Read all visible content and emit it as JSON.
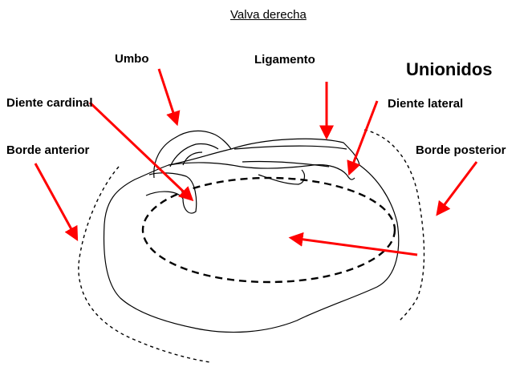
{
  "diagram": {
    "title": "Valva derecha",
    "heading": "Unionidos",
    "labels": {
      "umbo": "Umbo",
      "ligamento": "Ligamento",
      "diente_cardinal": "Diente cardinal",
      "diente_lateral": "Diente lateral",
      "borde_anterior": "Borde anterior",
      "borde_posterior": "Borde posterior"
    },
    "colors": {
      "arrow": "#ff0000",
      "line": "#000000"
    }
  }
}
